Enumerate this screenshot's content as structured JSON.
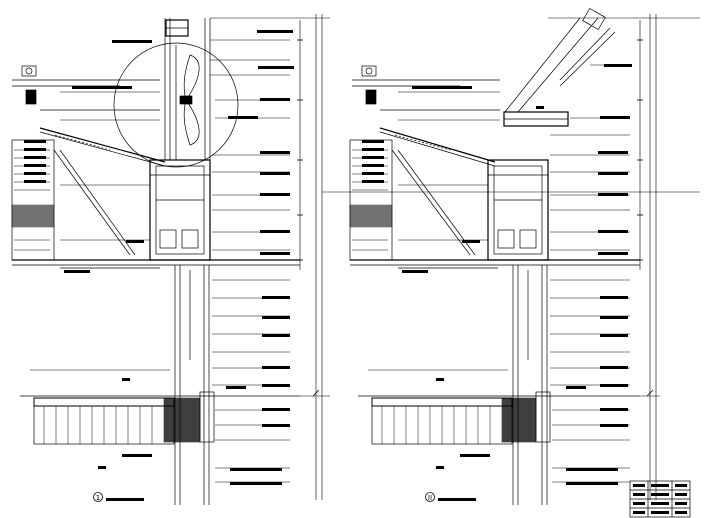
{
  "sheet": {
    "detail_markers": [
      {
        "id": "detail-marker-1",
        "symbol": "1"
      },
      {
        "id": "detail-marker-2",
        "symbol": "II"
      }
    ]
  },
  "colors": {
    "ink": "#000000",
    "paper": "#ffffff"
  },
  "icons": [
    "detail-callout-circle-icon",
    "fan-icon",
    "insulation-hatch"
  ]
}
